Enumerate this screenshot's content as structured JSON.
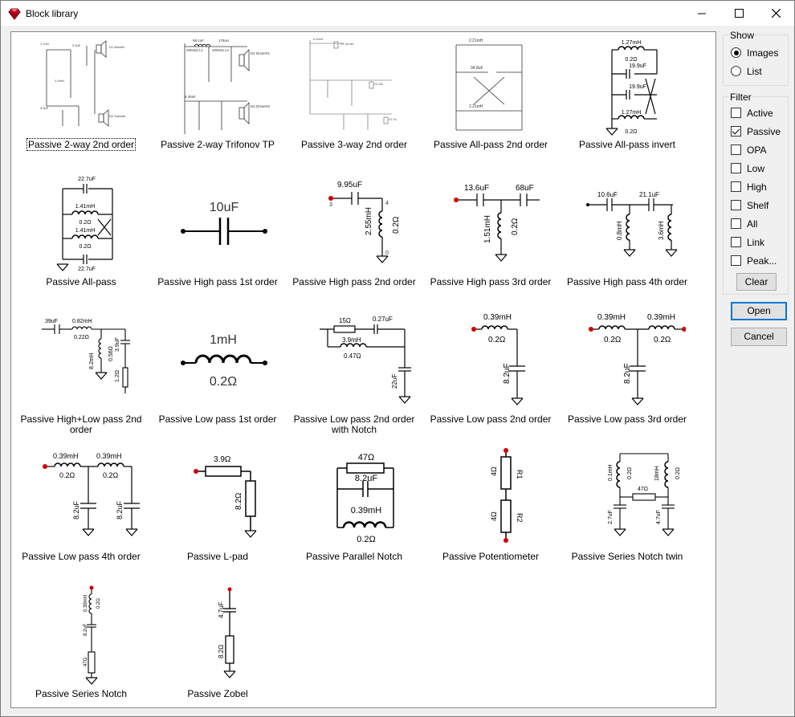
{
  "window": {
    "title": "Block library",
    "icon": "ruby-gem-icon",
    "controls": [
      "minimize-icon",
      "maximize-icon",
      "close-icon"
    ]
  },
  "library": {
    "items": [
      {
        "label": "Passive 2-way 2nd order",
        "selected": true,
        "thumb": "schematic-2way-2nd"
      },
      {
        "label": "Passive 2-way Trifonov TP",
        "thumb": "schematic-trifonov"
      },
      {
        "label": "Passive 3-way 2nd order",
        "thumb": "schematic-3way"
      },
      {
        "label": "Passive All-pass 2nd order",
        "thumb": "schematic-allpass-2nd"
      },
      {
        "label": "Passive All-pass invert",
        "thumb": "schematic-allpass-invert"
      },
      {
        "label": "Passive All-pass",
        "thumb": "schematic-allpass"
      },
      {
        "label": "Passive High pass 1st order",
        "thumb": "schematic-hp1"
      },
      {
        "label": "Passive High pass 2nd order",
        "thumb": "schematic-hp2"
      },
      {
        "label": "Passive High pass 3rd order",
        "thumb": "schematic-hp3"
      },
      {
        "label": "Passive High pass 4th order",
        "thumb": "schematic-hp4"
      },
      {
        "label": "Passive High+Low pass 2nd order",
        "thumb": "schematic-hplp2"
      },
      {
        "label": "Passive Low pass 1st order",
        "thumb": "schematic-lp1"
      },
      {
        "label": "Passive Low pass 2nd order with Notch",
        "thumb": "schematic-lp2-notch"
      },
      {
        "label": "Passive Low pass 2nd order",
        "thumb": "schematic-lp2"
      },
      {
        "label": "Passive Low pass 3rd order",
        "thumb": "schematic-lp3"
      },
      {
        "label": "Passive Low pass 4th order",
        "thumb": "schematic-lp4"
      },
      {
        "label": "Passive L-pad",
        "thumb": "schematic-lpad"
      },
      {
        "label": "Passive Parallel Notch",
        "thumb": "schematic-parallel-notch"
      },
      {
        "label": "Passive Potentiometer",
        "thumb": "schematic-potentiometer"
      },
      {
        "label": "Passive Series Notch twin",
        "thumb": "schematic-series-notch-twin"
      },
      {
        "label": "Passive Series Notch",
        "thumb": "schematic-series-notch"
      },
      {
        "label": "Passive Zobel",
        "thumb": "schematic-zobel"
      }
    ],
    "component_values": {
      "hp1_c": "10uF",
      "hp2_c": "9.95uF",
      "hp2_l": "2.55mH",
      "hp2_r": "0.2Ω",
      "hp2_in": "3",
      "hp2_n4": "4",
      "hp2_gnd": "0",
      "hp3_c1": "13.6uF",
      "hp3_c2": "68uF",
      "hp3_l": "1.51mH",
      "hp3_r": "0.2Ω",
      "hp4_c1": "10.6uF",
      "hp4_c2": "21.1uF",
      "hp4_l1": "0.8mH",
      "hp4_l2": "3.6mH",
      "ap_c1": "22.7uF",
      "ap_l1": "1.41mH",
      "ap_r1": "0.2Ω",
      "ap_l2": "1.41mH",
      "ap_r2": "0.2Ω",
      "ap_c2": "22.7uF",
      "api_l1": "1.27mH",
      "api_r1": "0.2Ω",
      "api_c1": "19.9uF",
      "api_c2": "19.9uF",
      "api_l2": "1.27mH",
      "api_r2": "0.2Ω",
      "hl_c1": "39uF",
      "hl_l1": "0.82mH",
      "hl_r1": "0.22Ω",
      "hl_l2": "8.2mH",
      "hl_r2": "0.56Ω",
      "hl_c2": "3.9uF",
      "hl_r3": "1.2Ω",
      "lp1_l": "1mH",
      "lp1_r": "0.2Ω",
      "lpn_r1": "15Ω",
      "lpn_c1": "0.27uF",
      "lpn_l": "3.9mH",
      "lpn_r2": "0.47Ω",
      "lpn_c2": "22uF",
      "lp2_l": "0.39mH",
      "lp2_r": "0.2Ω",
      "lp2_c": "8.2uF",
      "lp3_l1": "0.39mH",
      "lp3_r1": "0.2Ω",
      "lp3_l2": "0.39mH",
      "lp3_r2": "0.2Ω",
      "lp3_c": "8.2uF",
      "lp4_l1": "0.39mH",
      "lp4_r1": "0.2Ω",
      "lp4_l2": "0.39mH",
      "lp4_r2": "0.2Ω",
      "lp4_c1": "8.2uF",
      "lp4_c2": "8.2uF",
      "lpad_r1": "3.9Ω",
      "lpad_r2": "8.2Ω",
      "pn_r": "47Ω",
      "pn_c": "8.2uF",
      "pn_l": "0.39mH",
      "pn_r2": "0.2Ω",
      "pot_r1": "4Ω",
      "pot_n1": "R1",
      "pot_r2": "4Ω",
      "pot_n2": "R2",
      "snt_l1": "0.1mH",
      "snt_r1": "0.2Ω",
      "snt_l2": "18mH",
      "snt_r2": "0.2Ω",
      "snt_r": "47Ω",
      "snt_c1": "2.7uF",
      "snt_c2": "4.7uF",
      "sn_l": "0.39mH",
      "sn_r": "0.2Ω",
      "sn_c": "8.2uF",
      "sn_r2": "47Ω",
      "zb_c": "4.7uF",
      "zb_r": "8.2Ω",
      "a2_c1": "2.21mH",
      "a2_c2": "34.8uF",
      "tri_l1": "98.1uF",
      "tri_l2": "178uH",
      "tri_r1": "200mΩ L1",
      "tri_r2": "100mΩ L2",
      "tri_drv1": "D1 Driver#1",
      "tri_drv2": "D2 Driver#2",
      "tri_c": "6.45uF"
    }
  },
  "sidebar": {
    "show": {
      "title": "Show",
      "options": [
        {
          "label": "Images",
          "checked": true
        },
        {
          "label": "List",
          "checked": false
        }
      ]
    },
    "filter": {
      "title": "Filter",
      "options": [
        {
          "label": "Active",
          "checked": false
        },
        {
          "label": "Passive",
          "checked": true
        },
        {
          "label": "OPA",
          "checked": false
        },
        {
          "label": "Low",
          "checked": false
        },
        {
          "label": "High",
          "checked": false
        },
        {
          "label": "Shelf",
          "checked": false
        },
        {
          "label": "All",
          "checked": false
        },
        {
          "label": "Link",
          "checked": false
        },
        {
          "label": "Peak...",
          "checked": false
        }
      ],
      "clear_label": "Clear"
    },
    "open_label": "Open",
    "cancel_label": "Cancel"
  },
  "colors": {
    "accent": "#0078d7",
    "terminal": "#dd0000",
    "ink": "#000000"
  }
}
